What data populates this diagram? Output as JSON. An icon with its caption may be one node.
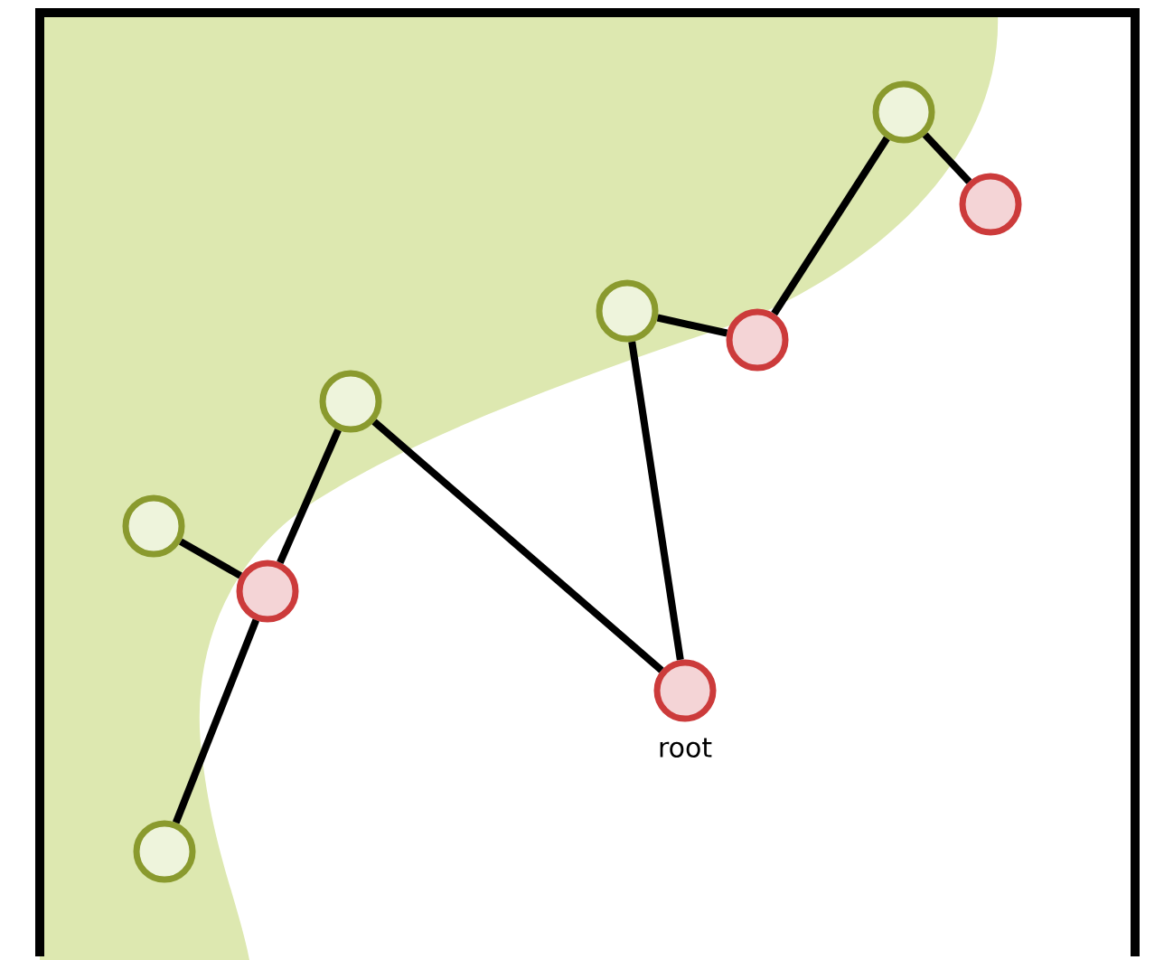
{
  "diagram": {
    "nodes": [
      {
        "text": [],
        "shape": "circle"
      },
      {
        "text": [],
        "shape": "circle"
      },
      {
        "text": [],
        "shape": "circle"
      },
      {
        "text": [],
        "shape": "circle"
      },
      {
        "text": [],
        "shape": "circle"
      },
      {
        "text": [],
        "shape": "circle"
      },
      {
        "text": [],
        "shape": "circle"
      },
      {
        "text": [],
        "shape": "circle",
        "beside": [
          "root"
        ]
      },
      {
        "text": [],
        "shape": "circle"
      }
    ],
    "edges": [
      {
        "from": 0,
        "to": 1,
        "arrow": "none"
      },
      {
        "from": 0,
        "to": 3,
        "arrow": "none"
      },
      {
        "from": 3,
        "to": 2,
        "arrow": "none"
      },
      {
        "from": 2,
        "to": 7,
        "arrow": "none"
      },
      {
        "from": 4,
        "to": 7,
        "arrow": "none"
      },
      {
        "from": 4,
        "to": 6,
        "arrow": "none"
      },
      {
        "from": 5,
        "to": 6,
        "arrow": "none"
      },
      {
        "from": 6,
        "to": 8,
        "arrow": "none"
      }
    ]
  }
}
